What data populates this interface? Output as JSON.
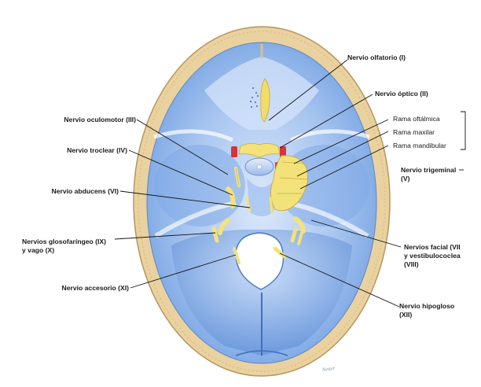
{
  "labels": {
    "olfatorio": "Nervio olfatorio (I)",
    "optico": "Nervio óptico (II)",
    "oculomotor": "Nervio oculomotor (III)",
    "oftalmica": "Rama oftálmica",
    "maxilar": "Rama maxilar",
    "mandibular": "Rama mandibular",
    "troclear": "Nervio troclear (IV)",
    "trigeminal_1": "Nervio trigeminal",
    "trigeminal_2": "(V)",
    "abducens": "Nervio abducens (VI)",
    "glosofaringeo_1": "Nervios glosofaríngeo (IX)",
    "glosofaringeo_2": "y vago (X)",
    "facial_1": "Nervios facial (VII",
    "facial_2": "y vestibulococlea",
    "facial_3": "(VIII)",
    "accesorio": "Nervio accesorio (XI)",
    "hipogloso_1": "Nervio hipogloso",
    "hipogloso_2": "(XII)"
  },
  "signature": "Netter",
  "colors": {
    "bone": "#efd9a8",
    "fossa": "#8fb6e8",
    "nerve": "#f3e27a",
    "artery": "#d8323a"
  }
}
